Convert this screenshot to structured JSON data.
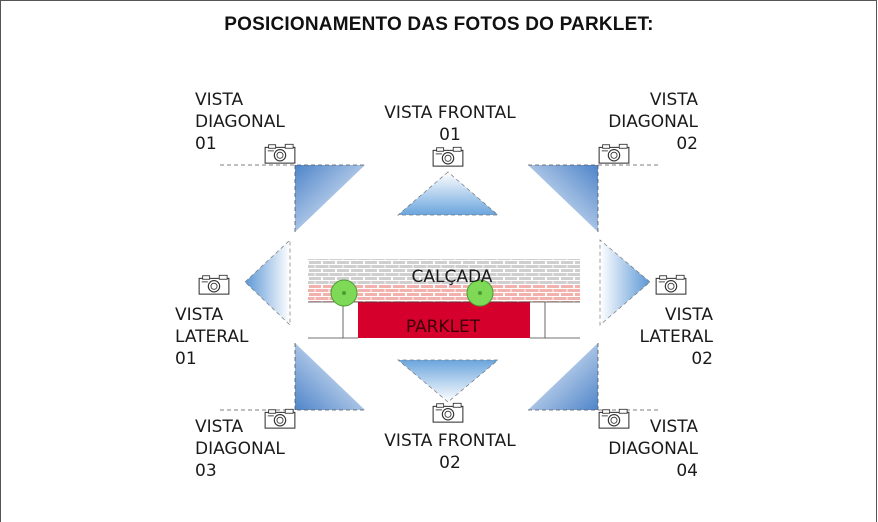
{
  "title": "POSICIONAMENTO DAS FOTOS DO PARKLET:",
  "views": {
    "diag01": [
      "VISTA",
      "DIAGONAL",
      "01"
    ],
    "frontal01": [
      "VISTA FRONTAL",
      "01"
    ],
    "diag02": [
      "VISTA",
      "DIAGONAL",
      "02"
    ],
    "lateral01": [
      "VISTA",
      "LATERAL",
      "01"
    ],
    "lateral02": [
      "VISTA",
      "LATERAL",
      "02"
    ],
    "diag03": [
      "VISTA",
      "DIAGONAL",
      "03"
    ],
    "frontal02": [
      "VISTA FRONTAL",
      "02"
    ],
    "diag04": [
      "VISTA",
      "DIAGONAL",
      "04"
    ]
  },
  "plan": {
    "sidewalk_label": "CALÇADA",
    "parklet_label": "PARKLET"
  },
  "colors": {
    "parklet": "#d6002c",
    "tree": "#7ed957",
    "cone": "#4a86d0",
    "sidewalk": "#c9c9c9",
    "curb": "#f2aaa8"
  },
  "icons": [
    "camera-icon",
    "tree-icon"
  ]
}
